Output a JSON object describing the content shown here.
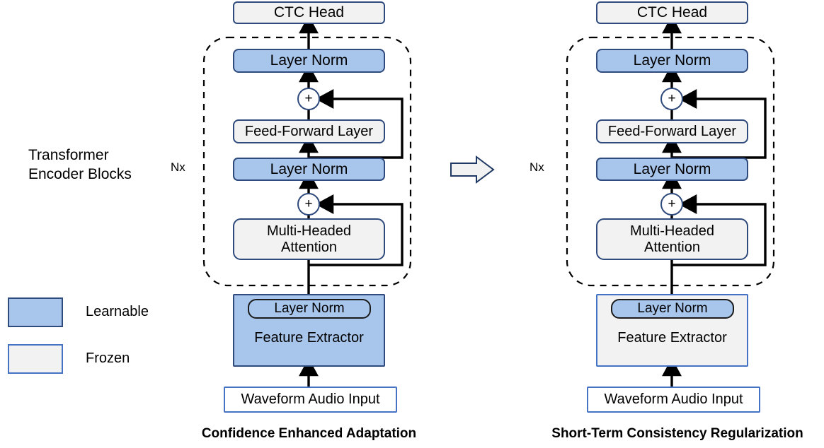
{
  "figure": {
    "kind": "architecture-diagram",
    "colors": {
      "learnable_fill": "#A8C6EC",
      "frozen_fill": "#F2F2F2",
      "box_stroke": "#2F4A7C",
      "input_stroke": "#4472C4",
      "line": "#000000",
      "background": "#FFFFFF",
      "arrow_fill": "#F2F2F2",
      "arrow_stroke": "#1F3864"
    }
  },
  "side_labels": {
    "transformer_blocks_line1": "Transformer",
    "transformer_blocks_line2": "Encoder Blocks",
    "nx_left": "Nx",
    "nx_right": "Nx"
  },
  "legend": {
    "items": [
      {
        "label": "Learnable",
        "swatch": "#A8C6EC",
        "border": "#2F4A7C"
      },
      {
        "label": "Frozen",
        "swatch": "#F2F2F2",
        "border": "#4472C4"
      }
    ]
  },
  "transition": {
    "icon": "right-block-arrow"
  },
  "panels": [
    {
      "id": "left",
      "caption": "Confidence Enhanced Adaptation",
      "nodes": {
        "ctc_head": {
          "label": "CTC Head",
          "state": "frozen"
        },
        "top_layer_norm": {
          "label": "Layer  Norm",
          "state": "learnable"
        },
        "add_top": {
          "label": "+",
          "state": "operator"
        },
        "feed_forward": {
          "label": "Feed-Forward Layer",
          "state": "frozen"
        },
        "mid_layer_norm": {
          "label": "Layer  Norm",
          "state": "learnable"
        },
        "add_bottom": {
          "label": "+",
          "state": "operator"
        },
        "attention": {
          "label": "Multi-Headed\nAttention",
          "state": "frozen"
        },
        "feature_extractor": {
          "label": "Feature Extractor",
          "state": "learnable"
        },
        "fe_layer_norm": {
          "label": "Layer  Norm",
          "state": "learnable"
        },
        "audio_input": {
          "label": "Waveform Audio Input",
          "state": "input"
        }
      }
    },
    {
      "id": "right",
      "caption": "Short-Term Consistency Regularization",
      "nodes": {
        "ctc_head": {
          "label": "CTC Head",
          "state": "frozen"
        },
        "top_layer_norm": {
          "label": "Layer  Norm",
          "state": "learnable"
        },
        "add_top": {
          "label": "+",
          "state": "operator"
        },
        "feed_forward": {
          "label": "Feed-Forward Layer",
          "state": "frozen"
        },
        "mid_layer_norm": {
          "label": "Layer  Norm",
          "state": "learnable"
        },
        "add_bottom": {
          "label": "+",
          "state": "operator"
        },
        "attention": {
          "label": "Multi-Headed\nAttention",
          "state": "frozen"
        },
        "feature_extractor": {
          "label": "Feature Extractor",
          "state": "frozen"
        },
        "fe_layer_norm": {
          "label": "Layer  Norm",
          "state": "learnable"
        },
        "audio_input": {
          "label": "Waveform Audio Input",
          "state": "input"
        }
      }
    }
  ]
}
